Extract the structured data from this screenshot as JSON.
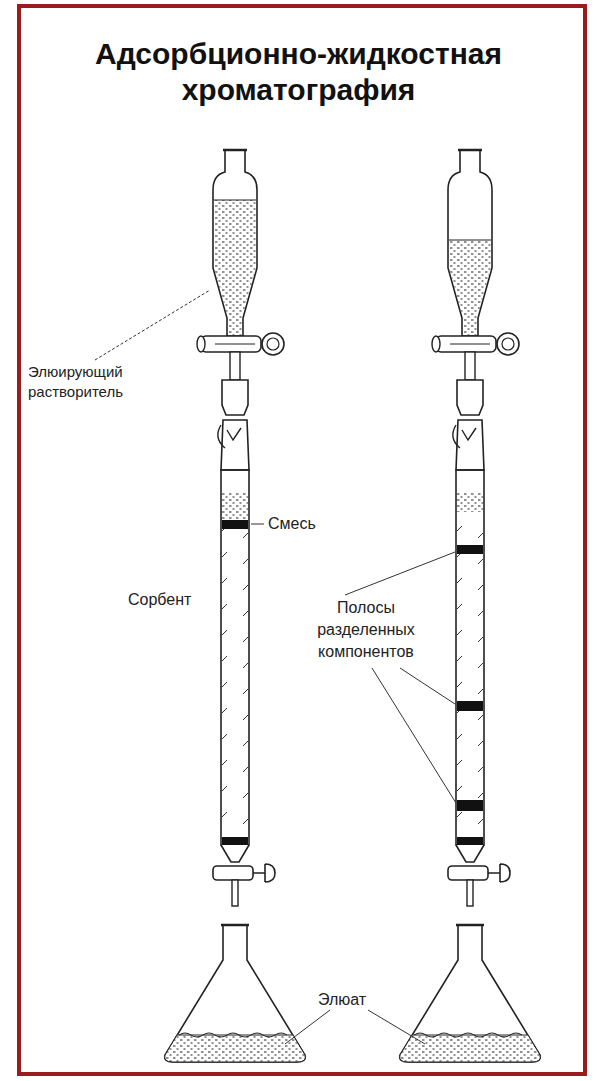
{
  "diagram": {
    "title": "Адсорбционно-жидкостная хроматография",
    "labels": [
      "Элюирующий растворитель",
      "Смесь",
      "Сорбент",
      "Полосы разделенных компонентов",
      "Элюат"
    ]
  }
}
